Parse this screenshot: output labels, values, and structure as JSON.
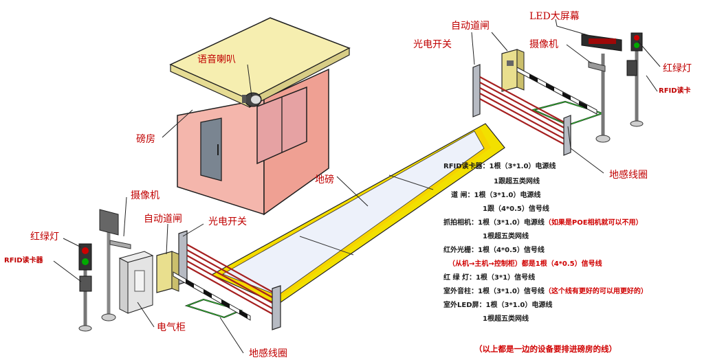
{
  "labels": {
    "weigh_house": "磅房",
    "speaker": "语音喇叭",
    "scale": "地磅",
    "barrier_right": "自动道闸",
    "photo_switch_right": "光电开关",
    "led_screen": "LED大屏幕",
    "camera_right": "摄像机",
    "traffic_light_right": "红绿灯",
    "rfid_right": "RFID读卡",
    "loop_right": "地感线圈",
    "camera_left": "摄像机",
    "traffic_light_left": "红绿灯",
    "rfid_left": "RFID读卡器",
    "barrier_left": "自动道闸",
    "photo_switch_left": "光电开关",
    "cabinet": "电气柜",
    "loop_left": "地感线圈"
  },
  "specs": {
    "rfid_line1": "RFID读卡器：1根（3*1.0）电源线",
    "rfid_line2": "1跟超五类网线",
    "barrier_line1": "道  闸：1根（3*1.0）电源线",
    "barrier_line2": "1跟（4*0.5）信号线",
    "camera_line1": "抓拍相机：1根（3*1.0）电源线",
    "camera_note": "（如果是POE相机就可以不用）",
    "camera_line2": "1根超五类网线",
    "grating_line1": "红外光栅：1根（4*0.5）信号线",
    "grating_line2": "（从机→主机→控制柜）都是1根（4*0.5）信号线",
    "light_line1": "红  绿  灯：1根（3*1）信号线",
    "speaker_line1": "室外音柱：1根（3*1.0）信号线",
    "speaker_note": "（这个线有更好的可以用更好的）",
    "led_line1": "室外LED屏：1根（3*1.0）电源线",
    "led_line2": "1根超五类网线"
  },
  "footer_note": "（以上都是一边的设备要排进磅房的线）",
  "colors": {
    "label_red": "#c00000",
    "note_red": "#d00000",
    "house_wall": "#f4b6ac",
    "house_roof": "#f6eeb0",
    "scale_surface": "#eef2fb",
    "scale_border": "#f7e000",
    "barrier_cabinet": "#e9df8e",
    "beam_red": "#a62020"
  }
}
